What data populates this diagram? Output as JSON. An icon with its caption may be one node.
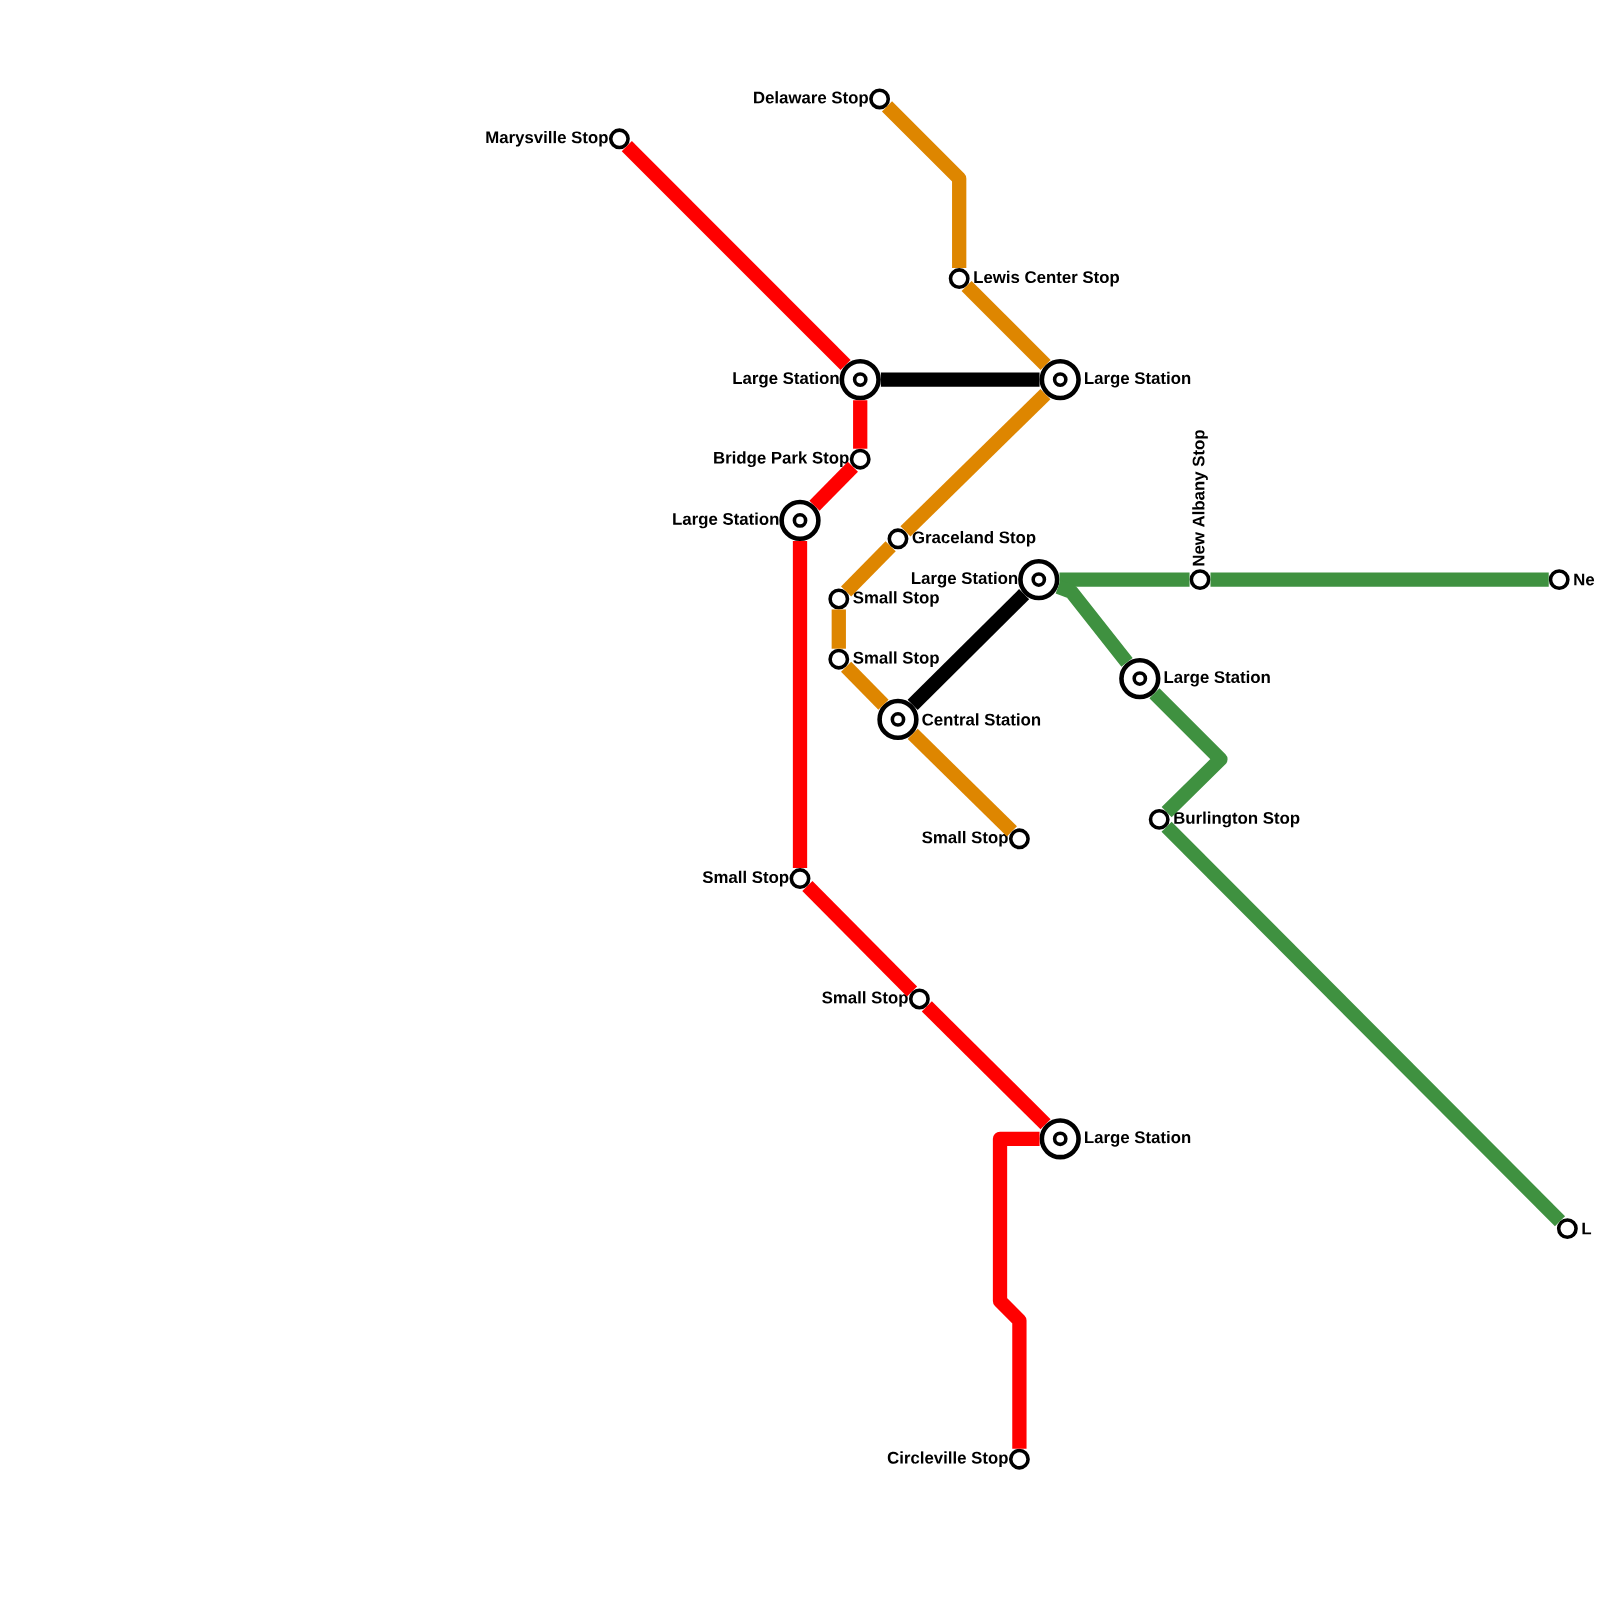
{
  "diagram": {
    "nodes": [
      {
        "text": [],
        "shape": "circle",
        "beside": [
          "Delaware Stop"
        ]
      },
      {
        "text": [],
        "shape": "circle",
        "beside": [
          "Marysville Stop"
        ]
      },
      {
        "text": [],
        "shape": "circle",
        "beside": [
          "Lewis Center Stop"
        ]
      },
      {
        "text": [],
        "shape": "bullseye",
        "beside": [
          "Large Station"
        ]
      },
      {
        "text": [],
        "shape": "bullseye",
        "beside": [
          "Large Station"
        ]
      },
      {
        "text": [],
        "shape": "circle",
        "beside": [
          "Bridge Park Stop"
        ]
      },
      {
        "text": [],
        "shape": "bullseye",
        "beside": [
          "Large Station"
        ]
      },
      {
        "text": [],
        "shape": "circle",
        "beside": [
          "Graceland Stop"
        ]
      },
      {
        "text": [],
        "shape": "bullseye",
        "beside": [
          "Large Station"
        ]
      },
      {
        "text": [],
        "shape": "circle",
        "beside": [
          "New Albany Stop"
        ]
      },
      {
        "text": [],
        "shape": "circle",
        "beside": [
          "Ne"
        ]
      },
      {
        "text": [],
        "shape": "circle",
        "beside": [
          "Small Stop"
        ]
      },
      {
        "text": [],
        "shape": "circle",
        "beside": [
          "Small Stop"
        ]
      },
      {
        "text": [],
        "shape": "bullseye",
        "beside": [
          "Large Station"
        ]
      },
      {
        "text": [],
        "shape": "bullseye",
        "beside": [
          "Central Station"
        ]
      },
      {
        "text": [],
        "shape": "circle",
        "beside": [
          "Burlington Stop"
        ]
      },
      {
        "text": [],
        "shape": "circle",
        "beside": [
          "Small Stop"
        ]
      },
      {
        "text": [],
        "shape": "circle",
        "beside": [
          "Small Stop"
        ]
      },
      {
        "text": [],
        "shape": "circle",
        "beside": [
          "Small Stop"
        ]
      },
      {
        "text": [],
        "shape": "bullseye",
        "beside": [
          "Large Station"
        ]
      },
      {
        "text": [],
        "shape": "circle",
        "beside": [
          "L"
        ]
      },
      {
        "text": [],
        "shape": "circle",
        "beside": [
          "Circleville Stop"
        ]
      }
    ],
    "edges": [
      {
        "from": 1,
        "to": 3,
        "arrow": "none",
        "color": "#ff0000"
      },
      {
        "from": 3,
        "to": 5,
        "arrow": "none",
        "color": "#ff0000"
      },
      {
        "from": 5,
        "to": 6,
        "arrow": "none",
        "color": "#ff0000"
      },
      {
        "from": 6,
        "to": 17,
        "arrow": "none",
        "color": "#ff0000"
      },
      {
        "from": 17,
        "to": 18,
        "arrow": "none",
        "color": "#ff0000"
      },
      {
        "from": 18,
        "to": 19,
        "arrow": "none",
        "color": "#ff0000"
      },
      {
        "from": 19,
        "to": 21,
        "arrow": "none",
        "color": "#ff0000"
      },
      {
        "from": 0,
        "to": 2,
        "arrow": "none",
        "color": "#de8600"
      },
      {
        "from": 2,
        "to": 4,
        "arrow": "none",
        "color": "#de8600"
      },
      {
        "from": 4,
        "to": 7,
        "arrow": "none",
        "color": "#de8600"
      },
      {
        "from": 7,
        "to": 11,
        "arrow": "none",
        "color": "#de8600"
      },
      {
        "from": 11,
        "to": 12,
        "arrow": "none",
        "color": "#de8600"
      },
      {
        "from": 12,
        "to": 14,
        "arrow": "none",
        "color": "#de8600"
      },
      {
        "from": 14,
        "to": 16,
        "arrow": "none",
        "color": "#de8600"
      },
      {
        "from": 3,
        "to": 4,
        "arrow": "none",
        "color": "#000000"
      },
      {
        "from": 8,
        "to": 14,
        "arrow": "none",
        "color": "#000000"
      },
      {
        "from": 8,
        "to": 9,
        "arrow": "none",
        "color": "#3f9140"
      },
      {
        "from": 9,
        "to": 10,
        "arrow": "none",
        "color": "#3f9140"
      },
      {
        "from": 8,
        "to": 13,
        "arrow": "none",
        "color": "#3f9140"
      },
      {
        "from": 13,
        "to": 15,
        "arrow": "none",
        "color": "#3f9140"
      },
      {
        "from": 15,
        "to": 20,
        "arrow": "none",
        "color": "#3f9140"
      }
    ]
  }
}
